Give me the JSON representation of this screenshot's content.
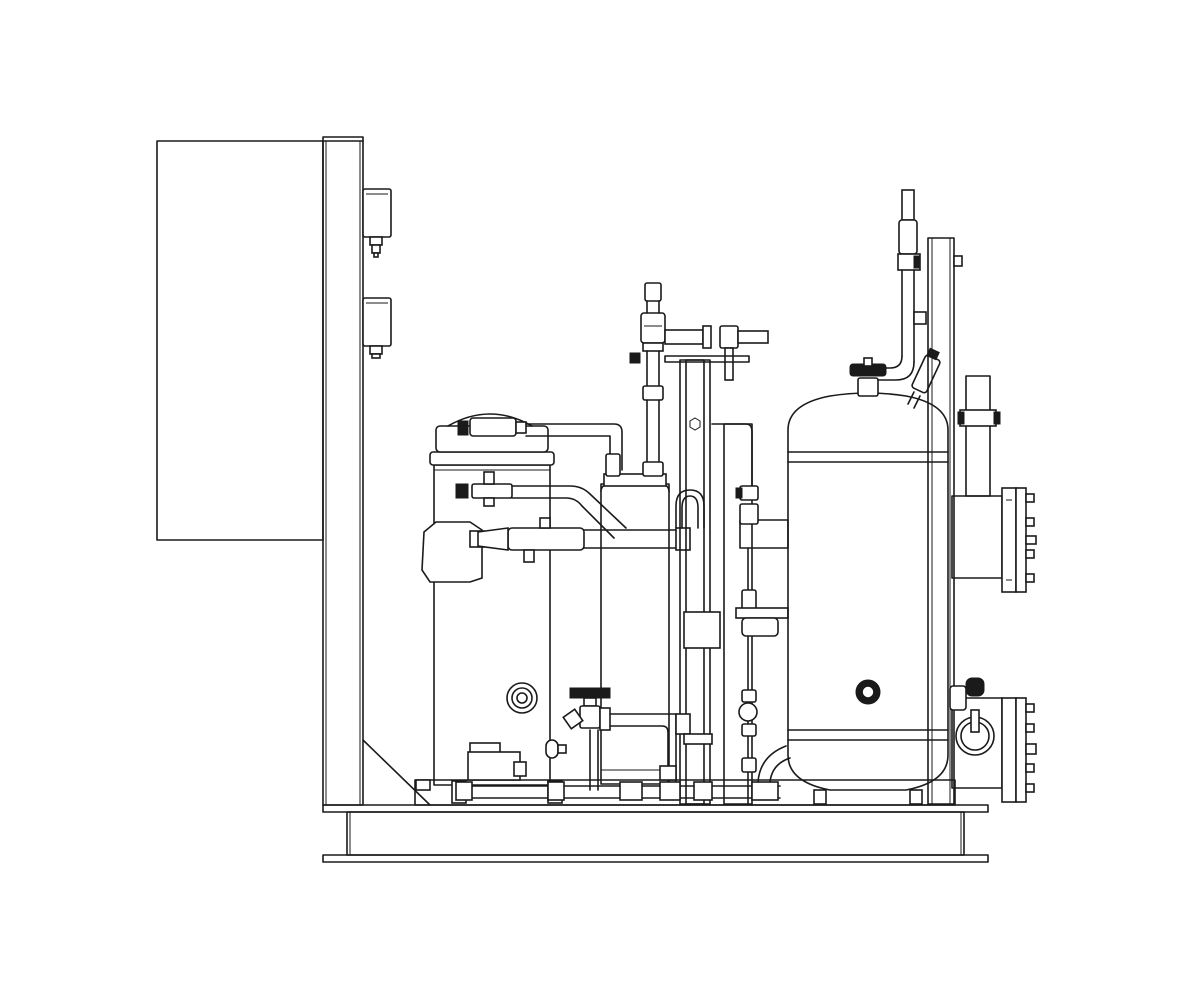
{
  "figure": {
    "kind": "line drawing",
    "line_color": "#1a1a1a",
    "background": "#ffffff"
  },
  "components": [
    {
      "id": "control-box",
      "icon": "rectangle-outline"
    },
    {
      "id": "frame-post",
      "icon": "vertical-beam"
    },
    {
      "id": "solenoid-valves",
      "icon": "valve"
    },
    {
      "id": "compressor",
      "icon": "cylinder-tank"
    },
    {
      "id": "oil-separator",
      "icon": "cylinder-tank"
    },
    {
      "id": "filter-drier-line",
      "icon": "pipe"
    },
    {
      "id": "receiver-tank",
      "icon": "pressure-vessel"
    },
    {
      "id": "flanged-connections",
      "icon": "flange"
    },
    {
      "id": "base-frame",
      "icon": "steel-beam"
    }
  ]
}
